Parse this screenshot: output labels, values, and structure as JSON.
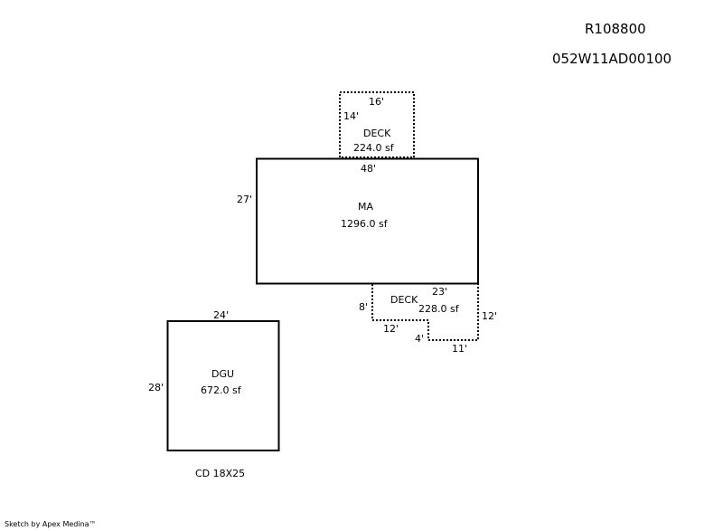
{
  "header": {
    "account_id": "R108800",
    "parcel_id": "052W11AD00100"
  },
  "areas": {
    "deck_top": {
      "label": "DECK",
      "area": "224.0 sf",
      "dims": {
        "top": "16'",
        "left": "14'"
      }
    },
    "main": {
      "label": "MA",
      "area": "1296.0 sf",
      "dims": {
        "top": "48'",
        "left": "27'"
      }
    },
    "deck_bottom": {
      "label": "DECK",
      "area": "228.0 sf",
      "dims": {
        "top": "23'",
        "left": "8'",
        "right": "12'",
        "step_horizontal": "12'",
        "step_vertical": "4'",
        "bottom": "11'"
      }
    },
    "garage": {
      "label": "DGU",
      "area": "672.0 sf",
      "dims": {
        "top": "24'",
        "left": "28'"
      }
    }
  },
  "notes": {
    "carport": "CD 18X25"
  },
  "footer": {
    "credit": "Sketch by Apex Medina™"
  }
}
